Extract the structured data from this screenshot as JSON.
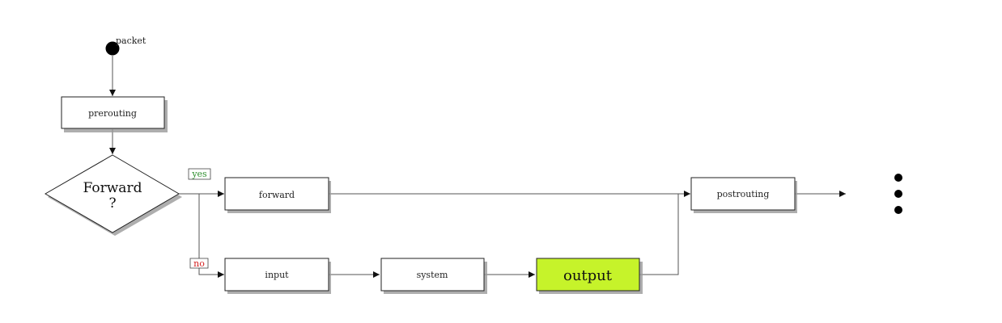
{
  "start": {
    "label": "packet"
  },
  "nodes": {
    "prerouting": {
      "label": "prerouting"
    },
    "decision": {
      "line1": "Forward",
      "line2": "?"
    },
    "forward": {
      "label": "forward"
    },
    "postrouting": {
      "label": "postrouting"
    },
    "input": {
      "label": "input"
    },
    "system": {
      "label": "system"
    },
    "output": {
      "label": "output",
      "fill": "#c6f32a"
    }
  },
  "edge_labels": {
    "yes": {
      "text": "yes",
      "color": "#2f8f2f"
    },
    "no": {
      "text": "no",
      "color": "#d42020"
    }
  },
  "colors": {
    "edge": "#555555",
    "box_border": "#222222",
    "shadow": "#9a9a9a"
  }
}
